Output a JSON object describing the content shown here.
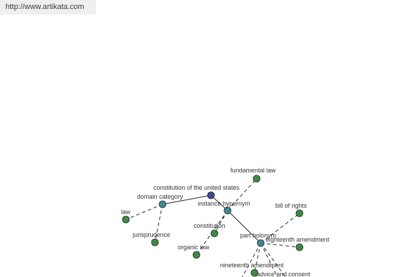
{
  "header": {
    "url": "http://www.artikata.com"
  },
  "colors": {
    "root": "#3c4a8c",
    "relation": "#3e8a8c",
    "leaf": "#3d8a45",
    "edge": "#222222",
    "node_stroke": "#2a2a2a"
  },
  "graph": {
    "nodes": [
      {
        "id": "root",
        "label": "constitution of the united states",
        "kind": "root"
      },
      {
        "id": "domain",
        "label": "domain category",
        "kind": "relation"
      },
      {
        "id": "instance",
        "label": "instance hypernym",
        "kind": "relation"
      },
      {
        "id": "part",
        "label": "part holonym",
        "kind": "relation"
      },
      {
        "id": "law",
        "label": "law",
        "kind": "leaf"
      },
      {
        "id": "jurisprudence",
        "label": "jurisprudence",
        "kind": "leaf"
      },
      {
        "id": "fundamental-law",
        "label": "fundamental law",
        "kind": "leaf"
      },
      {
        "id": "constitution",
        "label": "constitution",
        "kind": "leaf"
      },
      {
        "id": "organic-law",
        "label": "organic law",
        "kind": "leaf"
      },
      {
        "id": "bill-of-rights",
        "label": "bill of rights",
        "kind": "leaf"
      },
      {
        "id": "eighteenth-amendment",
        "label": "eighteenth amendment",
        "kind": "leaf"
      },
      {
        "id": "nineteenth-amendment",
        "label": "nineteenth amendment",
        "kind": "leaf"
      },
      {
        "id": "advice-and-consent",
        "label": "advice and consent",
        "kind": "leaf"
      }
    ],
    "edges": [
      {
        "from": "root",
        "to": "domain",
        "style": "solid"
      },
      {
        "from": "root",
        "to": "instance",
        "style": "solid"
      },
      {
        "from": "instance",
        "to": "part",
        "style": "solid"
      },
      {
        "from": "domain",
        "to": "law",
        "style": "dashed"
      },
      {
        "from": "domain",
        "to": "jurisprudence",
        "style": "dashed"
      },
      {
        "from": "instance",
        "to": "fundamental-law",
        "style": "dashed"
      },
      {
        "from": "instance",
        "to": "constitution",
        "style": "dashed"
      },
      {
        "from": "instance",
        "to": "organic-law",
        "style": "dashed"
      },
      {
        "from": "part",
        "to": "bill-of-rights",
        "style": "dashed"
      },
      {
        "from": "part",
        "to": "eighteenth-amendment",
        "style": "dashed"
      },
      {
        "from": "part",
        "to": "nineteenth-amendment",
        "style": "dashed"
      },
      {
        "from": "part",
        "to": "advice-and-consent",
        "style": "dashed"
      },
      {
        "from": "part",
        "to": "offscreen-a",
        "style": "dashed"
      },
      {
        "from": "part",
        "to": "offscreen-b",
        "style": "dashed"
      }
    ]
  }
}
